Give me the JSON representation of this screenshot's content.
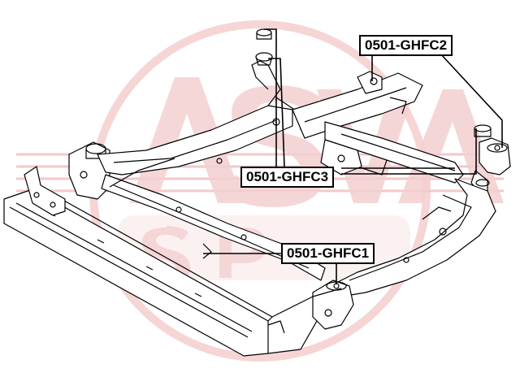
{
  "watermark": {
    "text_primary": "ASVA",
    "text_secondary": "SPB",
    "color": "#f2c4c4",
    "icon": "asva-logo-watermark-icon"
  },
  "callouts": [
    {
      "id": "c2",
      "label": "0501-GHFC2"
    },
    {
      "id": "c3",
      "label": "0501-GHFC3"
    },
    {
      "id": "c1",
      "label": "0501-GHFC1"
    }
  ],
  "colors": {
    "outline": "#000000",
    "background": "#ffffff",
    "watermark": "#f2c4c4"
  }
}
